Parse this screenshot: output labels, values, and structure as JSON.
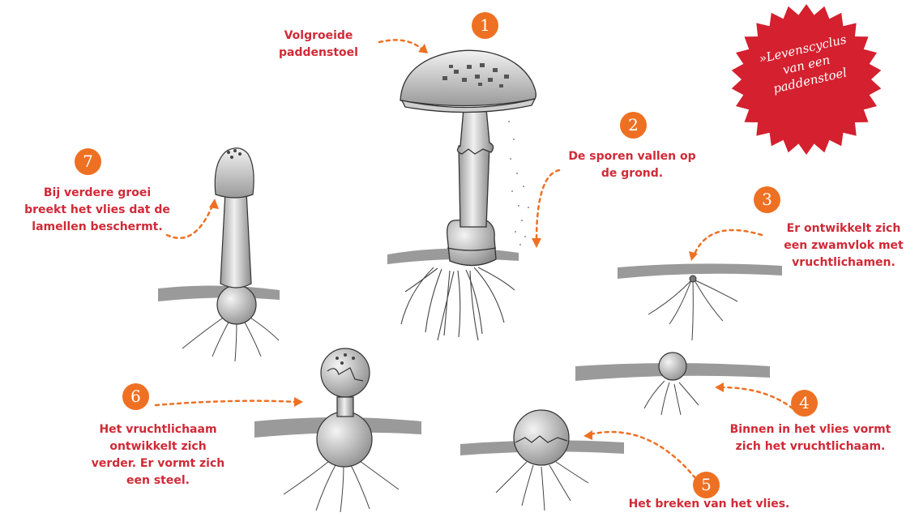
{
  "title": {
    "lines": [
      "»Levenscyclus",
      "van een",
      "paddenstoel"
    ],
    "background_color": "#d4202f"
  },
  "accent_color": "#ee7023",
  "label_color": "#d02a37",
  "stages": [
    {
      "number": "1",
      "lines": [
        "Volgroeide",
        "paddenstoel"
      ]
    },
    {
      "number": "2",
      "lines": [
        "De sporen vallen op",
        "de grond."
      ]
    },
    {
      "number": "3",
      "lines": [
        "Er ontwikkelt zich",
        "een zwamvlok met",
        "vruchtlichamen."
      ]
    },
    {
      "number": "4",
      "lines": [
        "Binnen in het vlies vormt",
        "zich het vruchtlichaam."
      ]
    },
    {
      "number": "5",
      "lines": [
        "Het breken van het vlies."
      ]
    },
    {
      "number": "6",
      "lines": [
        "Het vruchtlichaam",
        "ontwikkelt zich",
        "verder. Er vormt zich",
        "een steel."
      ]
    },
    {
      "number": "7",
      "lines": [
        "Bij verdere groei",
        "breekt het vlies dat de",
        "lamellen beschermt."
      ]
    }
  ]
}
